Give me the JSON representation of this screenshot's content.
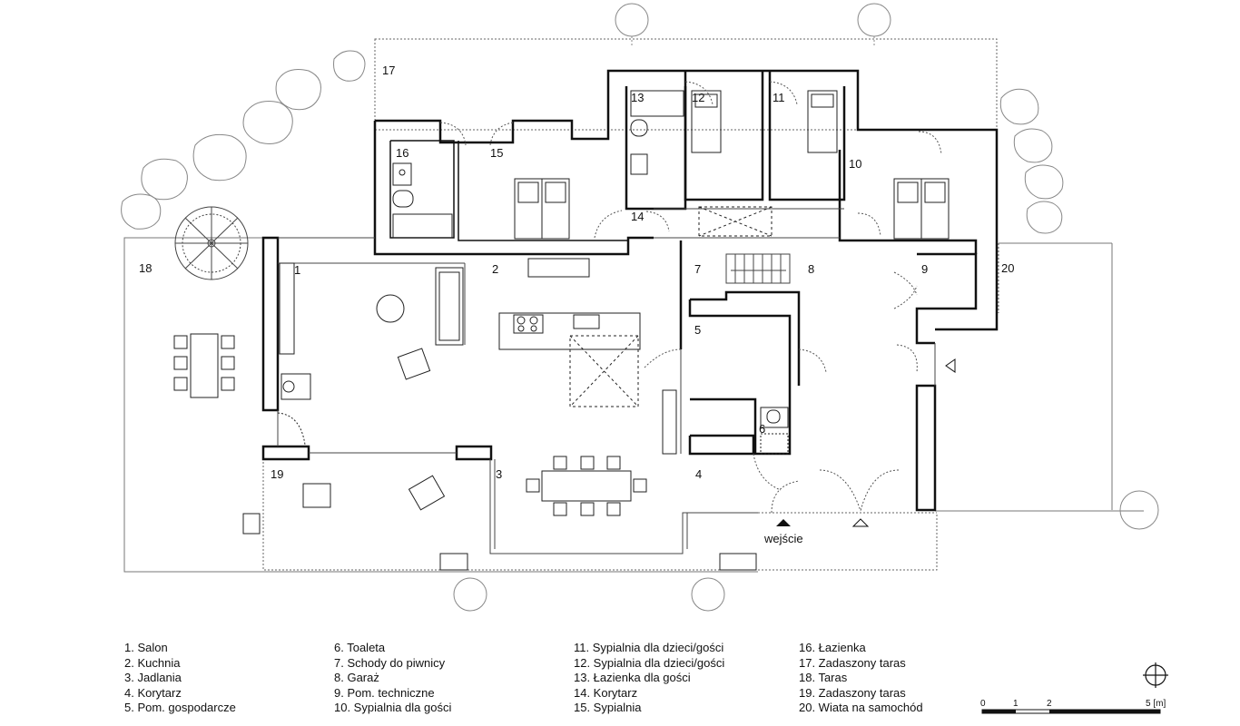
{
  "rooms": [
    {
      "num": "1"
    },
    {
      "num": "2"
    },
    {
      "num": "3"
    },
    {
      "num": "4"
    },
    {
      "num": "5"
    },
    {
      "num": "6"
    },
    {
      "num": "7"
    },
    {
      "num": "8"
    },
    {
      "num": "9"
    },
    {
      "num": "10"
    },
    {
      "num": "11"
    },
    {
      "num": "12"
    },
    {
      "num": "13"
    },
    {
      "num": "14"
    },
    {
      "num": "15"
    },
    {
      "num": "16"
    },
    {
      "num": "17"
    },
    {
      "num": "18"
    },
    {
      "num": "19"
    },
    {
      "num": "20"
    }
  ],
  "entrance_label": "wejście",
  "legend": [
    [
      "1. Salon",
      "2. Kuchnia",
      "3. Jadlania",
      "4. Korytarz",
      "5. Pom. gospodarcze"
    ],
    [
      "6. Toaleta",
      "7. Schody do piwnicy",
      "8. Garaż",
      "9. Pom. techniczne",
      "10. Sypialnia dla gości"
    ],
    [
      "11. Sypialnia dla dzieci/gości",
      "12. Sypialnia dla dzieci/gości",
      "13. Łazienka dla gości",
      "14. Korytarz",
      "15. Sypialnia"
    ],
    [
      "16. Łazienka",
      "17. Zadaszony taras",
      "18. Taras",
      "19. Zadaszony taras",
      "20. Wiata na samochód"
    ]
  ],
  "scale_bar": {
    "ticks": [
      "0",
      "1",
      "2",
      "5 [m]"
    ]
  },
  "icons": {
    "north": "north-arrow-icon",
    "entrance": "entrance-arrow-icon"
  }
}
